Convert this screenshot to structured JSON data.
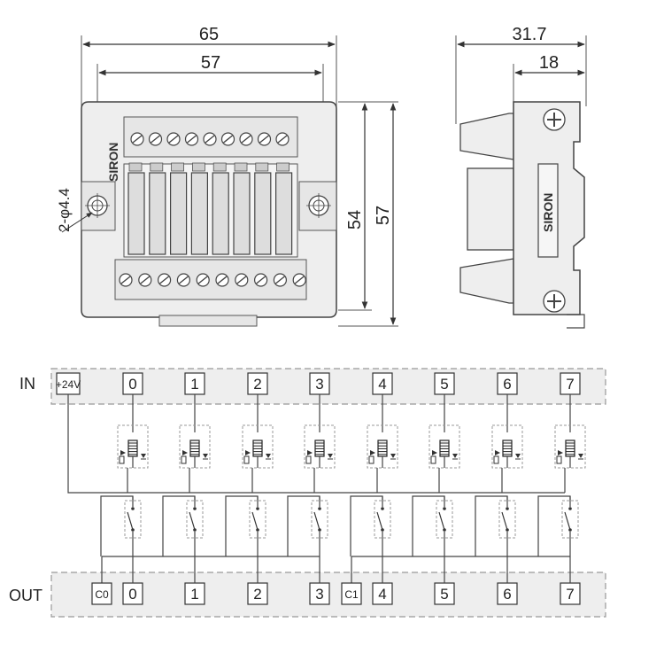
{
  "dimensions": {
    "overall_width": "65",
    "mounting_pitch": "57",
    "hole_spec": "2-φ4.4",
    "body_height": "54",
    "overall_height": "57",
    "side_depth": "31.7",
    "side_inner": "18"
  },
  "brand": "SIRON",
  "schematic": {
    "in_label": "IN",
    "out_label": "OUT",
    "power_terminal": "+24V",
    "channels": [
      "0",
      "1",
      "2",
      "3",
      "4",
      "5",
      "6",
      "7"
    ],
    "common_terminals": [
      "C0",
      "C1"
    ]
  },
  "colors": {
    "line": "#444444",
    "housing_fill": "#eeeeee",
    "relay_fill": "#dddddd",
    "strip_fill": "#e6e6e6",
    "dashed": "#999999"
  }
}
